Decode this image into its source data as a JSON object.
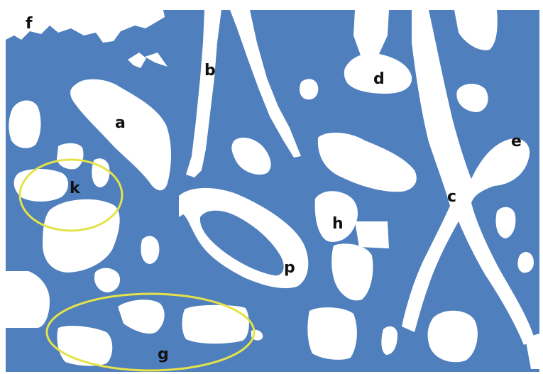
{
  "colors": {
    "background": "#4f7fbd",
    "shape": "#ffffff",
    "highlight": "#e6e24a",
    "label": "#111111"
  },
  "labels": {
    "a": "a",
    "b": "b",
    "c": "c",
    "d": "d",
    "e": "e",
    "f": "f",
    "g": "g",
    "h": "h",
    "k": "k",
    "p": "p"
  }
}
